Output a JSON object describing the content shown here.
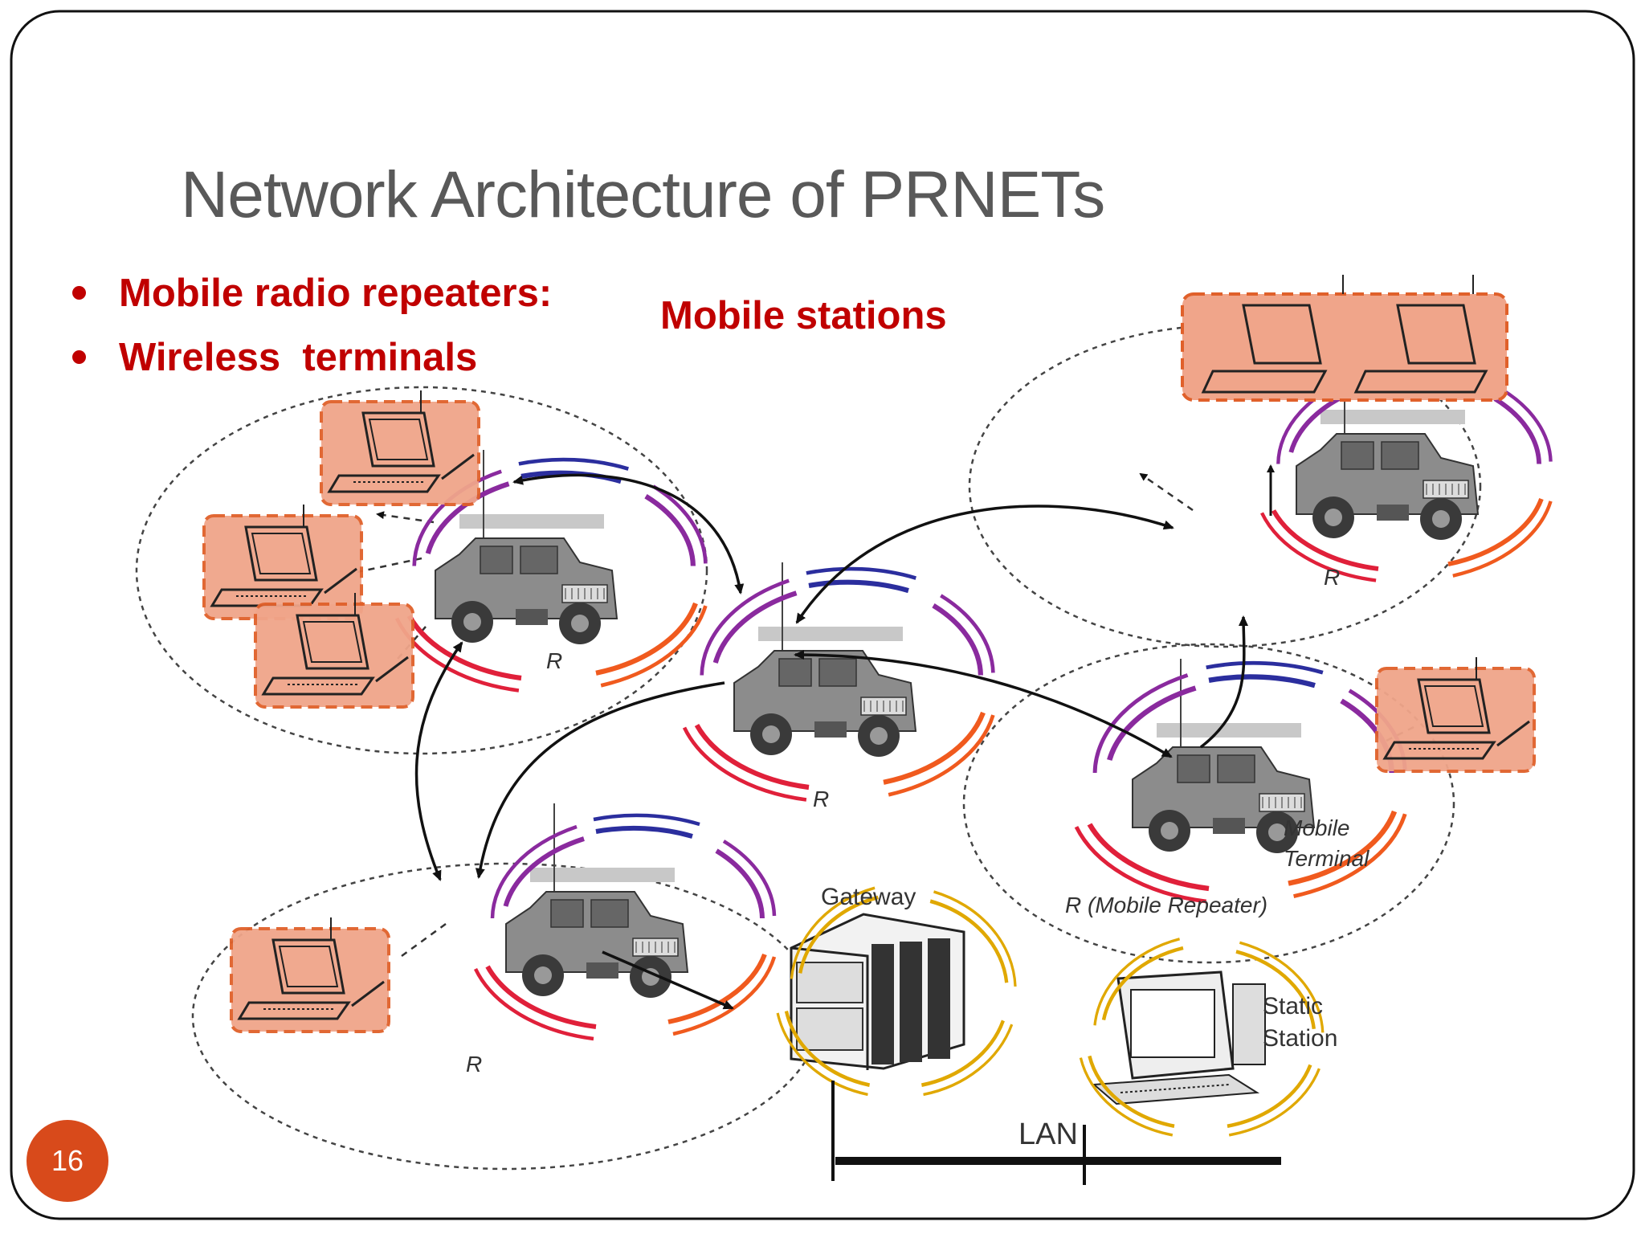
{
  "slide": {
    "title": "Network Architecture of PRNETs",
    "bullets": [
      {
        "text": "Mobile radio repeaters:"
      },
      {
        "text": "Wireless  terminals"
      }
    ],
    "mobile_stations_label": "Mobile stations",
    "page_number": "16"
  },
  "diagram": {
    "repeater_label": "R",
    "mobile_repeater_label": "R (Mobile Repeater)",
    "mobile_terminal_label": [
      "Mobile",
      "Terminal"
    ],
    "gateway_label": "Gateway",
    "static_station_label": [
      "Static",
      "Station"
    ],
    "lan_label": "LAN"
  },
  "colors": {
    "accent": "#c00000",
    "title": "#595959",
    "badge": "#d84a1b",
    "highlight": "#f0a58a",
    "highlight_border": "#e0602a",
    "ring_blue": "#2b2e9e",
    "ring_purple": "#8a2a9e",
    "ring_red": "#e0203a",
    "ring_orange": "#f05a1e",
    "ring_gold": "#e0a800"
  }
}
